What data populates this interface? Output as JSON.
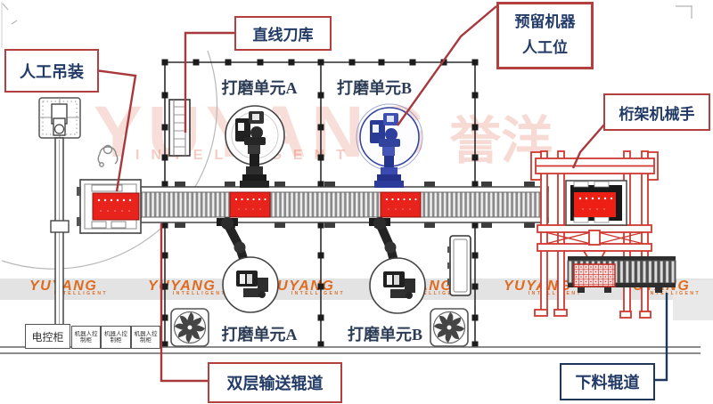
{
  "colors": {
    "callout_border_red": "#b3403f",
    "leader_red": "#a8383c",
    "leader_navy": "#20375c",
    "label_text_navy": "#223a66",
    "pallet_red": "#e8231b",
    "truss_red": "#cf3830",
    "logo_orange": "#e06a1f",
    "watermark_band_gray": "#e3e3e3"
  },
  "callouts": {
    "manual_hoist": "人工吊装",
    "linear_tool_magazine": "直线刀库",
    "reserved_robot_station_line1": "预留机器",
    "reserved_robot_station_line2": "人工位",
    "truss_manipulator": "桁架机械手",
    "double_layer_conveyor": "双层输送辊道",
    "unloading_roller": "下料辊道"
  },
  "cells": {
    "grinding_unit_a_top": "打磨单元A",
    "grinding_unit_b_top": "打磨单元B",
    "grinding_unit_a_bottom": "打磨单元A",
    "grinding_unit_b_bottom": "打磨单元B"
  },
  "cabinets": {
    "electric_control_cabinet": "电控柜",
    "robot_control_cabinet": "机器人控制柜"
  },
  "watermark": {
    "brand": "YUYANG",
    "brand_cn": "誉洋",
    "subtitle": "INTELLIGENT"
  }
}
